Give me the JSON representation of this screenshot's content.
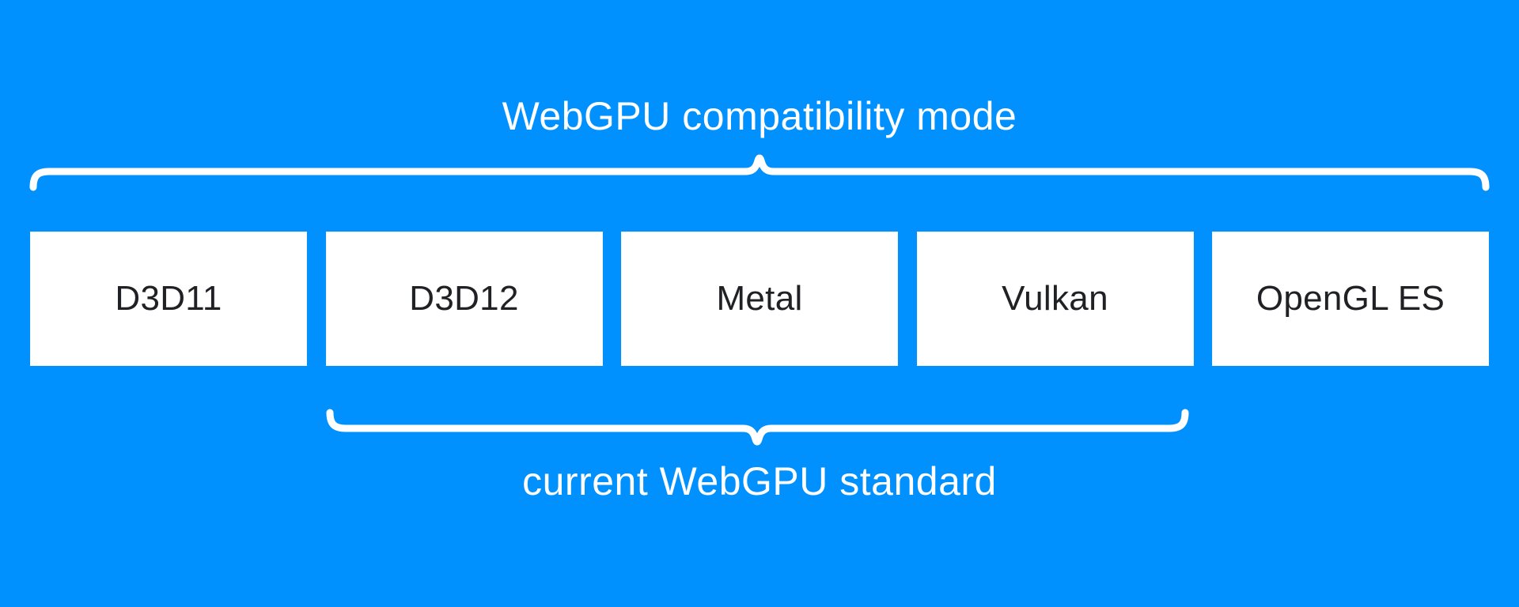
{
  "diagram": {
    "title": "WebGPU compatibility mode",
    "subtitle": "current WebGPU standard",
    "description": "Diagram of graphics backends: the top brace groups all five APIs under WebGPU compatibility mode; the bottom brace groups D3D12, Metal and Vulkan as the current WebGPU standard."
  },
  "boxes": [
    {
      "label": "D3D11"
    },
    {
      "label": "D3D12"
    },
    {
      "label": "Metal"
    },
    {
      "label": "Vulkan"
    },
    {
      "label": "OpenGL ES"
    }
  ],
  "colors": {
    "background": "#0191ff",
    "box_fill": "#ffffff",
    "box_text": "#202124",
    "label_text": "#ffffff",
    "brace_stroke": "#ffffff"
  }
}
